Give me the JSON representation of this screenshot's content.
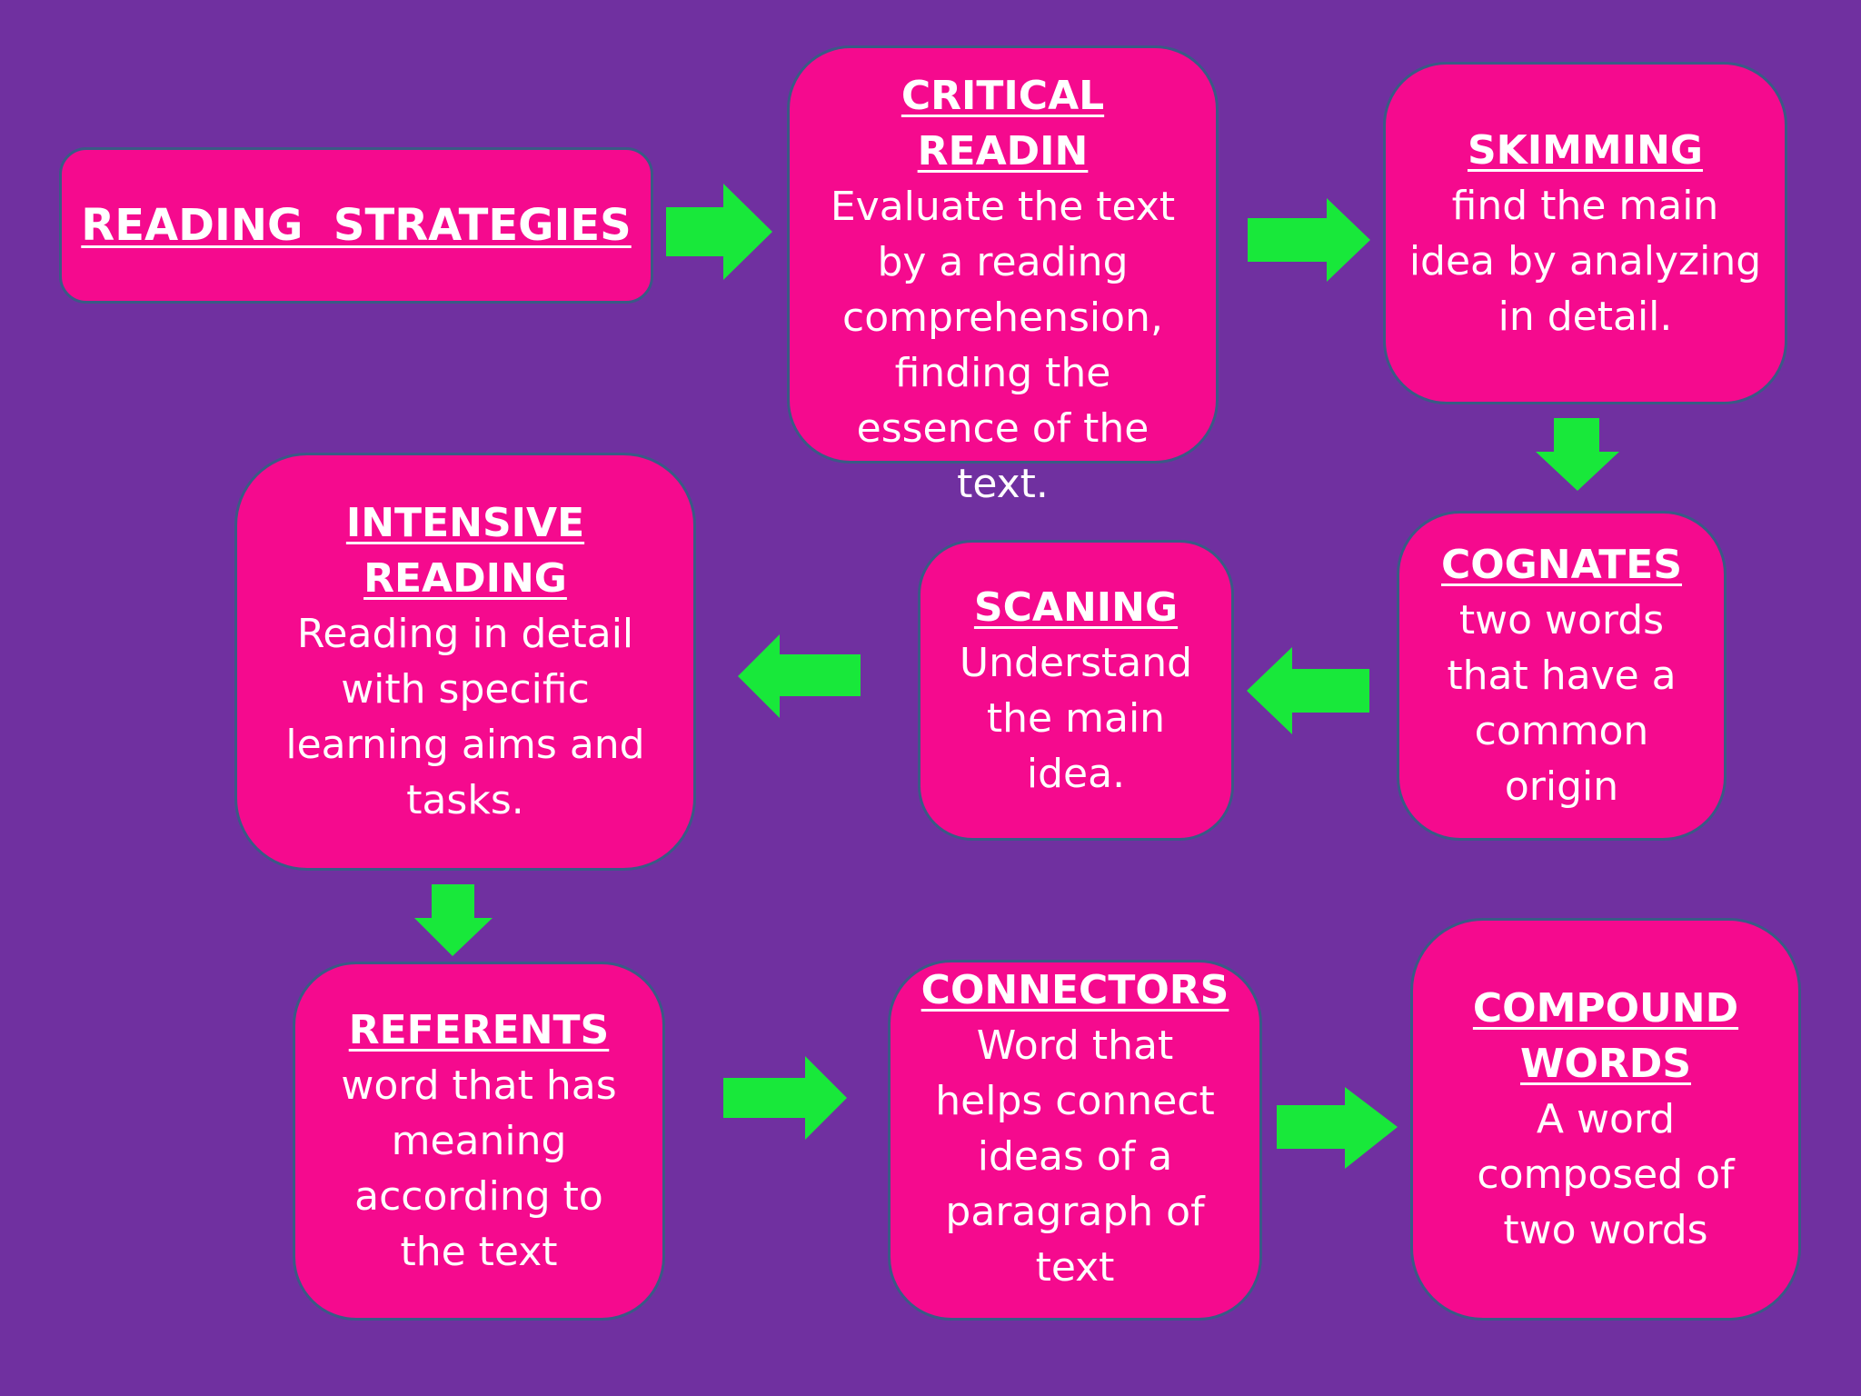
{
  "colors": {
    "background": "#7030a0",
    "box_fill": "#f50a8e",
    "box_border": "#3a5a86",
    "arrow": "#18e83a",
    "text": "#ffffff"
  },
  "boxes": {
    "reading_strategies": {
      "title": "READING  STRATEGIES"
    },
    "critical": {
      "title": "CRITICAL READIN",
      "body": "Evaluate the text\nby a reading\ncomprehension,\nfinding the\nessence of the\ntext."
    },
    "skimming": {
      "title": "SKIMMING",
      "body": "find the main\nidea by analyzing\nin detail."
    },
    "cognates": {
      "title": "COGNATES",
      "body": "two words\nthat have a\ncommon\norigin"
    },
    "scaning": {
      "title": "SCANING",
      "body": "Understand\nthe main\nidea."
    },
    "intensive": {
      "title": "INTENSIVE\nREADING",
      "body": "Reading in detail\nwith specific\nlearning aims and\ntasks."
    },
    "referents": {
      "title": "REFERENTS",
      "body": "word that has\nmeaning\naccording to\nthe text"
    },
    "connectors": {
      "title": "CONNECTORS",
      "body": "Word that\nhelps connect\nideas of a\nparagraph of\ntext"
    },
    "compound": {
      "title": "COMPOUND\nWORDS",
      "body": "A word\ncomposed of\ntwo words"
    }
  }
}
